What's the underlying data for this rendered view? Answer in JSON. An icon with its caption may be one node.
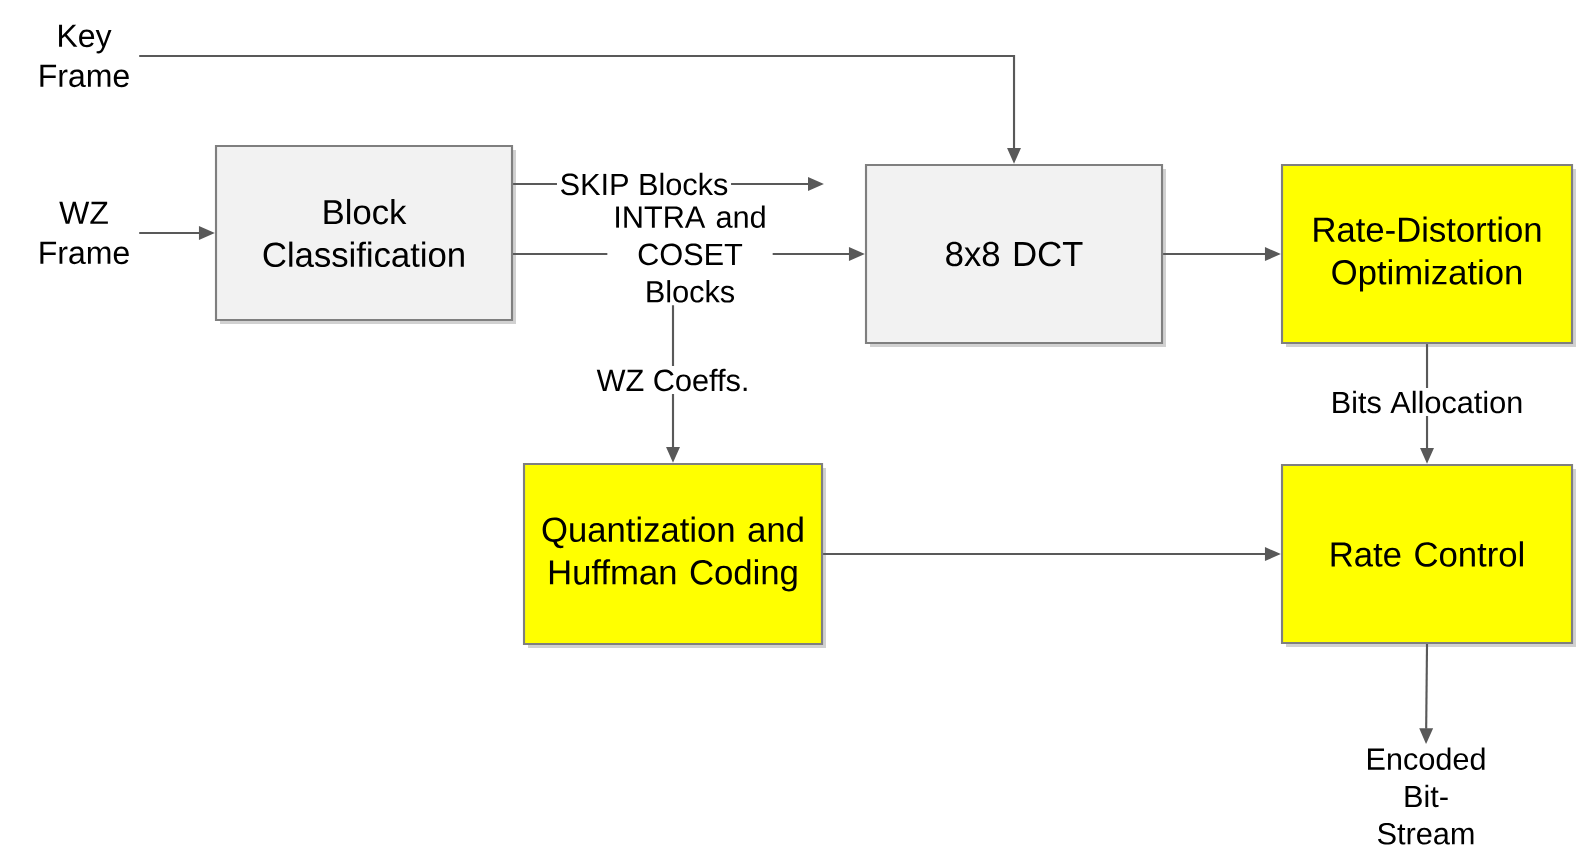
{
  "diagram": {
    "nodes": [
      {
        "text": [
          "Key Frame"
        ]
      },
      {
        "text": [
          "WZ Frame"
        ]
      },
      {
        "text": [
          "Block Classification"
        ]
      },
      {
        "text": [
          "8x8 DCT"
        ]
      },
      {
        "text": [
          "Rate-Distortion Optimization"
        ]
      },
      {
        "text": [
          "Quantization and Huffman Coding"
        ]
      },
      {
        "text": [
          "Rate Control"
        ]
      },
      {
        "text": [
          "Encoded Bit-Stream"
        ]
      }
    ],
    "edges": [
      {
        "from": 0,
        "to": 3,
        "arrow": "to"
      },
      {
        "from": 1,
        "to": 2,
        "arrow": "to"
      },
      {
        "from": 2,
        "to": null,
        "arrow": "to",
        "label": "SKIP Blocks"
      },
      {
        "from": 2,
        "to": 3,
        "arrow": "to",
        "label": "INTRA and COSET Blocks"
      },
      {
        "from": 2,
        "to": 5,
        "arrow": "to",
        "label": "WZ Coeffs."
      },
      {
        "from": 3,
        "to": 4,
        "arrow": "to"
      },
      {
        "from": 4,
        "to": 6,
        "arrow": "to",
        "label": "Bits Allocation"
      },
      {
        "from": 5,
        "to": 6,
        "arrow": "to"
      },
      {
        "from": 6,
        "to": 7,
        "arrow": "to"
      }
    ]
  }
}
